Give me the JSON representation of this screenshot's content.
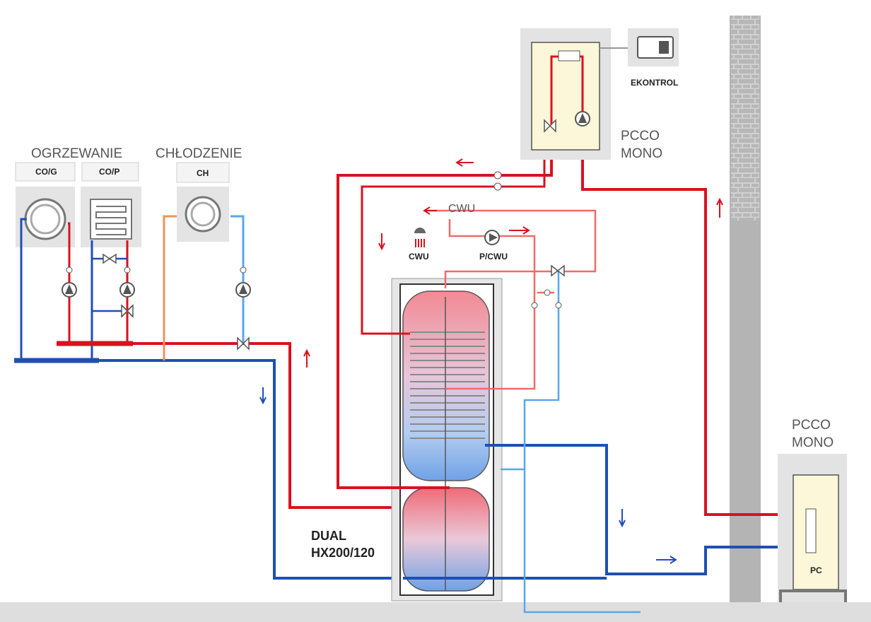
{
  "labels": {
    "heating": "OGRZEWANIE",
    "cooling": "CHŁODZENIE",
    "cog": "CO/G",
    "cop": "CO/P",
    "ch": "CH",
    "cwu_top": "CWU",
    "cwu_tap": "CWU",
    "pcwu": "P/CWU",
    "ekontrol": "EKONTROL",
    "pcco_top_line1": "PCCO",
    "pcco_top_line2": "MONO",
    "pcco_right_line1": "PCCO",
    "pcco_right_line2": "MONO",
    "dual_line1": "DUAL",
    "dual_line2": "HX200/120",
    "pc": "PC"
  },
  "colors": {
    "hot": "#d9121f",
    "cold": "#1f4fb5",
    "dhw": "#f06a6a",
    "cold_water": "#5aa6f0",
    "orange": "#f0915a",
    "panel": "#e3e3e3",
    "unit_fill": "#fbf7d8",
    "chimney": "#b4b4b4"
  }
}
